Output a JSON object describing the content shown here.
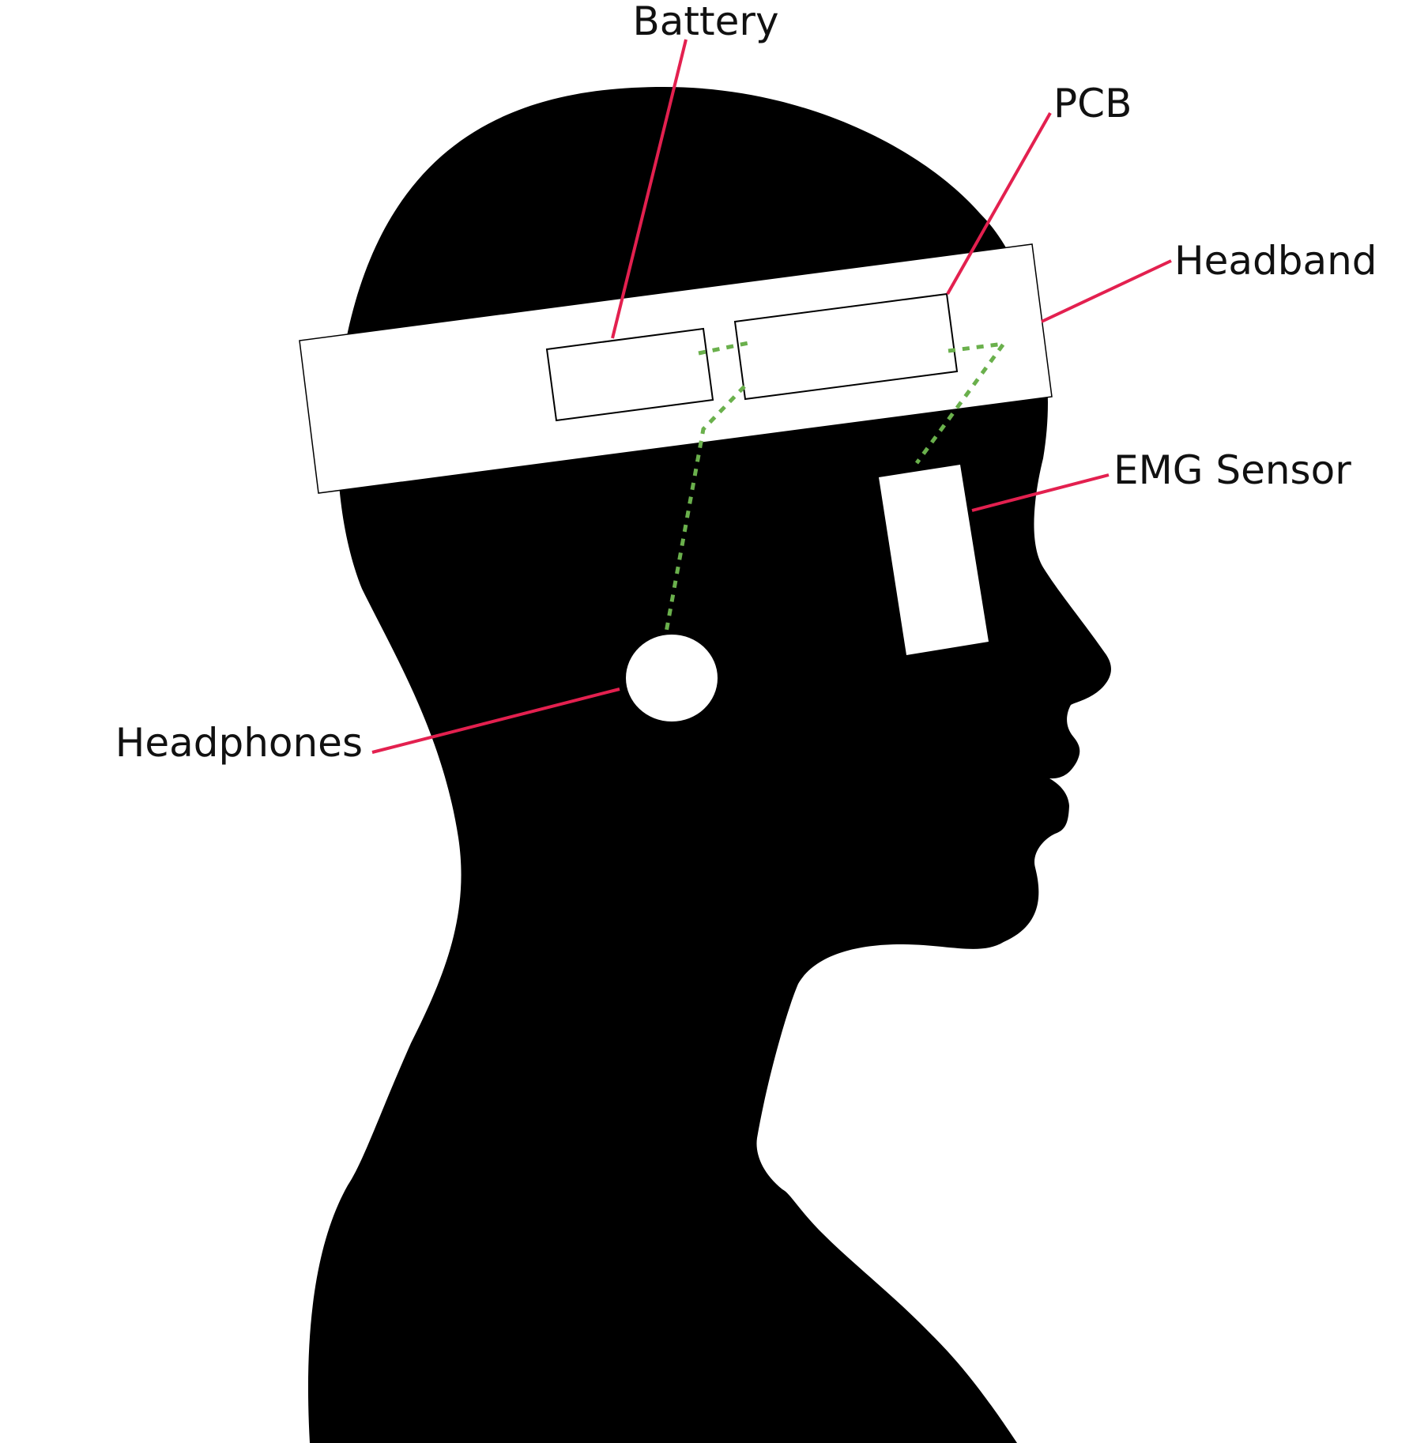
{
  "labels": {
    "battery": "Battery",
    "pcb": "PCB",
    "headband": "Headband",
    "emg_sensor": "EMG Sensor",
    "headphones": "Headphones"
  },
  "colors": {
    "silhouette": "#000000",
    "component_fill": "#ffffff",
    "leader_line": "#e3204f",
    "wire": "#6ab04c"
  }
}
